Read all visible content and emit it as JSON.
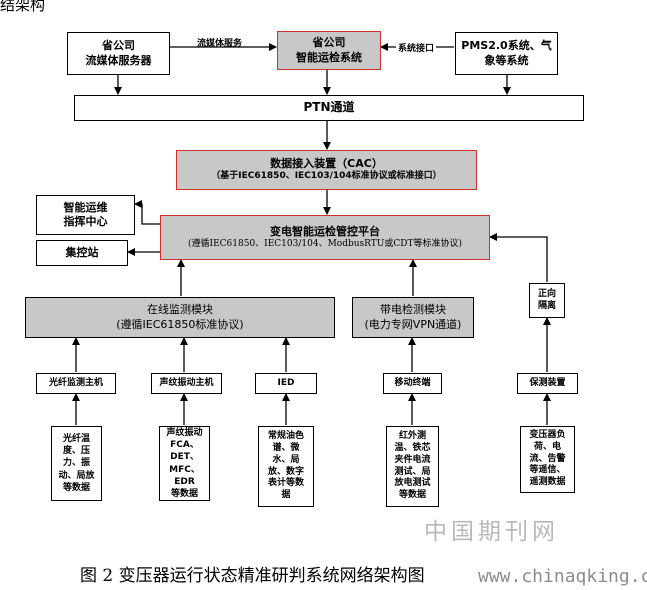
{
  "header_text": "结架构",
  "nodes": {
    "media_server": [
      "省公司",
      "流媒体服务器"
    ],
    "smart_ops": [
      "省公司",
      "智能运检系统"
    ],
    "pms": [
      "PMS2.0系统、气",
      "象等系统"
    ],
    "ptn": "PTN通道",
    "cac": [
      "数据接入装置（CAC）",
      "（基于IEC61850、IEC103/104标准协议或标准接口）"
    ],
    "command": [
      "智能运维",
      "指挥中心"
    ],
    "control_station": "集控站",
    "platform": [
      "变电智能运检管控平台",
      "(遵循IEC61850、IEC103/104、ModbusRTU或CDT等标准协议)"
    ],
    "online": [
      "在线监测模块",
      "(遵循IEC61850标准协议)"
    ],
    "live": [
      "带电检测模块",
      "(电力专网VPN通道)"
    ],
    "forward": [
      "正向",
      "隔离"
    ],
    "host1": "光纤监测主机",
    "host2": "声纹振动主机",
    "host3": "IED",
    "host4": "移动终端",
    "host5": "保测装置",
    "data1": [
      "光纤温",
      "度、压",
      "力、振",
      "动、局放",
      "等数据"
    ],
    "data2": [
      "声纹振动",
      "FCA、",
      "DET、",
      "MFC、EDR",
      "等数据"
    ],
    "data3": [
      "常规油色",
      "谱、微",
      "水、局",
      "放、数字",
      "表计等数",
      "据"
    ],
    "data4": [
      "红外测",
      "温、铁芯",
      "夹件电流",
      "测试、局",
      "放电测试",
      "等数据"
    ],
    "data5": [
      "变压器负",
      "荷、电",
      "流、告警",
      "等遥信、",
      "遥测数据"
    ]
  },
  "edge_labels": {
    "stream_service": "流媒体服务",
    "system_interface": "系统接口"
  },
  "caption": "图 2 变压器运行状态精准研判系统网络架构图",
  "watermark_cn": "中国期刊网",
  "watermark_url": "www.chinaqking.com"
}
